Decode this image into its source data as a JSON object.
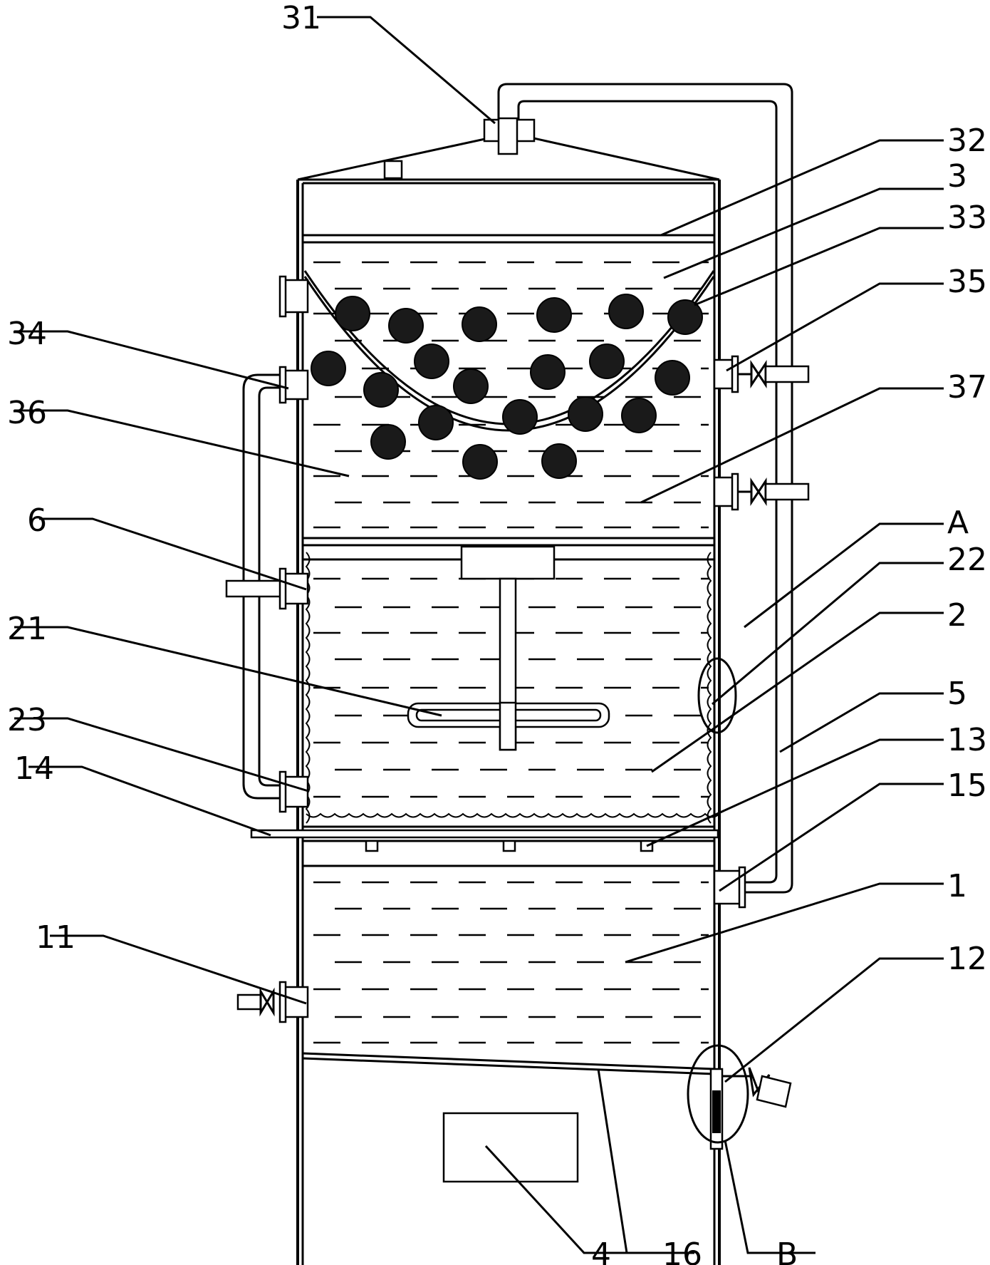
{
  "labels": {
    "l31": "31",
    "l32": "32",
    "l3": "3",
    "l33": "33",
    "l35": "35",
    "l34": "34",
    "l36": "36",
    "l37": "37",
    "l6": "6",
    "lA": "A",
    "l22": "22",
    "l21": "21",
    "l2": "2",
    "l5": "5",
    "l23": "23",
    "l13": "13",
    "l14": "14",
    "l15": "15",
    "l1": "1",
    "l11": "11",
    "l12": "12",
    "l4": "4",
    "l16": "16",
    "lB": "B"
  },
  "colors": {
    "ink": "#000000",
    "paper": "#ffffff",
    "packing": "#1a1a1a"
  }
}
